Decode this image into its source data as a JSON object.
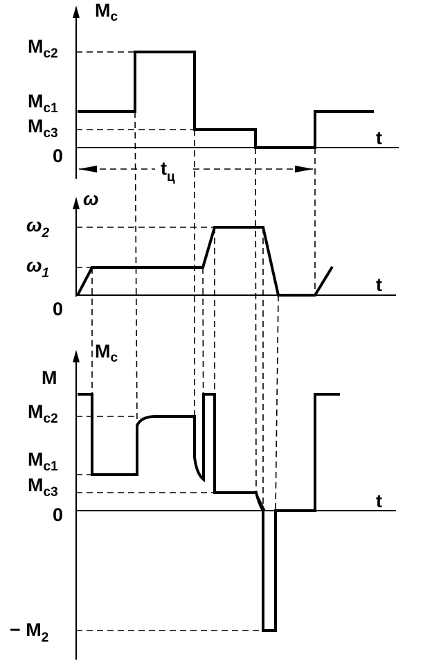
{
  "panel_top": {
    "y_axis_label": {
      "main": "M",
      "sub": "c"
    },
    "t_label": "t",
    "zero_label": "0",
    "levels": [
      {
        "main": "M",
        "sub": "c2"
      },
      {
        "main": "M",
        "sub": "c1"
      },
      {
        "main": "M",
        "sub": "c3"
      }
    ],
    "cycle_label": {
      "main": "t",
      "sub": "ц"
    }
  },
  "panel_mid": {
    "y_axis_label": "ω",
    "t_label": "t",
    "zero_label": "0",
    "levels": [
      {
        "main": "ω",
        "sub": "2"
      },
      {
        "main": "ω",
        "sub": "1"
      }
    ]
  },
  "panel_bot": {
    "y_axis_label": "M",
    "curve_label": {
      "main": "M",
      "sub": "c"
    },
    "t_label": "t",
    "zero_label": "0",
    "levels": [
      {
        "main": "M",
        "sub": "c2"
      },
      {
        "main": "M",
        "sub": "c1"
      },
      {
        "main": "M",
        "sub": "c3"
      },
      {
        "main": "− M",
        "sub": "2"
      }
    ]
  }
}
